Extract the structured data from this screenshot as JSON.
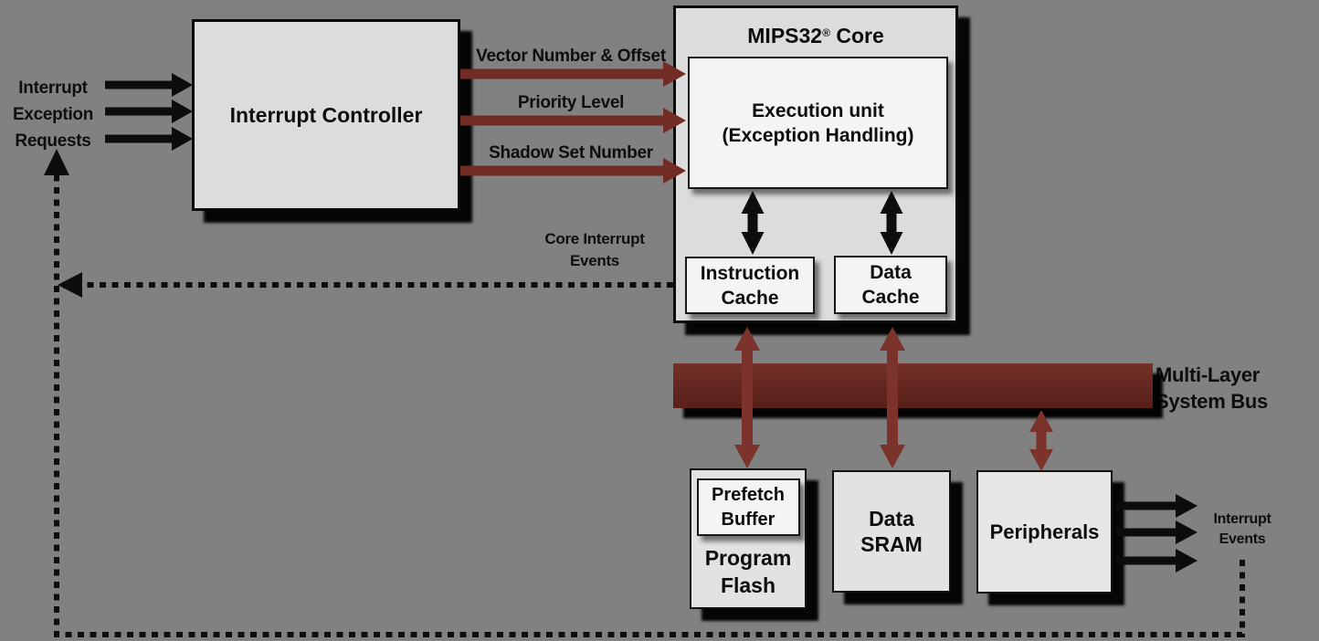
{
  "diagram": {
    "background_color": "#818181",
    "accent_red": "#712c26",
    "bus_red_dark": "#591f19"
  },
  "labels": {
    "interrupt_exception_requests": "Interrupt\nException\nRequests",
    "core_interrupt_events": "Core Interrupt\nEvents",
    "interrupt_events": "Interrupt\nEvents",
    "multi_layer_system_bus": "Multi-Layer\nSystem Bus"
  },
  "signals": {
    "vector_number_offset": "Vector Number & Offset",
    "priority_level": "Priority Level",
    "shadow_set_number": "Shadow Set Number"
  },
  "blocks": {
    "interrupt_controller": {
      "label": "Interrupt Controller"
    },
    "mips_core": {
      "title_name": "MIPS32",
      "title_reg": "®",
      "title_suffix": " Core"
    },
    "execution_unit": {
      "label": "Execution unit\n(Exception Handling)"
    },
    "instruction_cache": {
      "label": "Instruction\nCache"
    },
    "data_cache": {
      "label": "Data\nCache"
    },
    "prefetch_buffer": {
      "label": "Prefetch\nBuffer"
    },
    "program_flash": {
      "label": "Program\nFlash"
    },
    "data_sram": {
      "label": "Data\nSRAM"
    },
    "peripherals": {
      "label": "Peripherals"
    }
  }
}
